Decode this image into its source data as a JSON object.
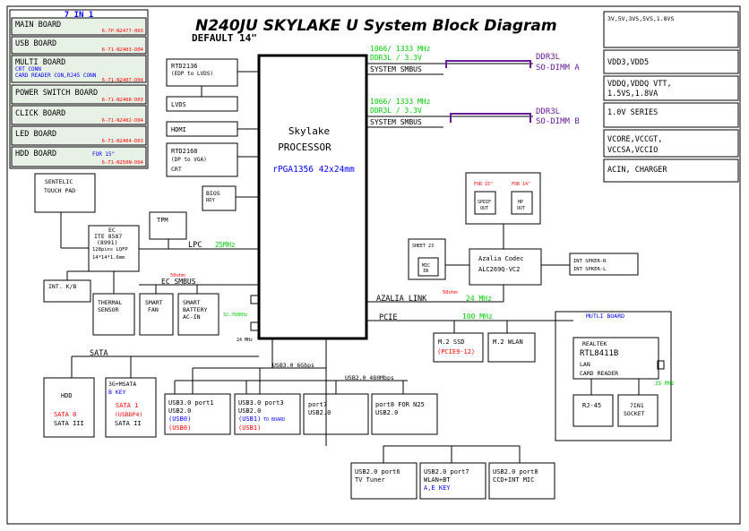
{
  "title": "N240JU SKYLAKE U System Block Diagram",
  "subtitle": "DEFAULT 14\"",
  "colors": {
    "line": "#000000",
    "green": "#00cc00",
    "red": "#ff0000",
    "blue": "#0000ff",
    "purple": "#6a1b9a",
    "board_fill": "#e8f1e6"
  },
  "boards_panel": {
    "header": "7 IN 1",
    "items": [
      {
        "name": "MAIN BOARD",
        "code": "6-7P-N2477-003"
      },
      {
        "name": "USB BOARD",
        "code": "6-71-N2403-D04"
      },
      {
        "name": "MULTI BOARD",
        "note1": "CRT CONN",
        "note2": "CARD READER CON,RJ45 CONN",
        "code": "6-71-N2407-D04"
      },
      {
        "name": "POWER SWITCH BOARD",
        "code": "6-71-N2408-D03"
      },
      {
        "name": "CLICK BOARD",
        "code": "6-71-N2402-D04"
      },
      {
        "name": "LED BOARD",
        "code": "6-71-N2404-D03"
      },
      {
        "name": "HDD BOARD",
        "note1": "FOR 15\"",
        "code": "6-71-N250N-D04"
      }
    ]
  },
  "power_rails": [
    "3V,5V,3VS,5VS,1.8VS",
    "VDD3,VDD5",
    "VDDQ,VDDQ VTT,",
    "1.5VS,1.8VA",
    "1.0V SERIES",
    "VCORE,VCCGT,",
    "VCCSA,VCCIO",
    "ACIN, CHARGER"
  ],
  "cpu": {
    "line1": "Skylake",
    "line2": "PROCESSOR",
    "line3": "rPGA1356 42x24mm"
  },
  "memory": [
    {
      "speed": "1066/ 1333 MHz",
      "voltage": "DDR3L / 3.3V",
      "bus": "SYSTEM SMBUS",
      "type": "DDR3L",
      "slot": "SO-DIMM A"
    },
    {
      "speed": "1066/ 1333 MHz",
      "voltage": "DDR3L / 3.3V",
      "bus": "SYSTEM SMBUS",
      "type": "DDR3L",
      "slot": "SO-DIMM B"
    }
  ],
  "display": {
    "rtd2136": "RTD2136",
    "rtd2136_note": "(EDP to LVDS)",
    "lvds": "LVDS",
    "hdmi": "HDMI",
    "rtd2168": "RTD2168",
    "rtd2168_note": "(DP to VGA)",
    "crt": "CRT",
    "bios1": "BIOS",
    "bios2": "RDY"
  },
  "input": {
    "touchpad1": "SENTELIC",
    "touchpad2": "TOUCH PAD",
    "tpm": "TPM",
    "ec1": "EC",
    "ec2": "ITE 8587",
    "ec3": "(8991)",
    "ec4": "128pins LQFP",
    "ec5": "14*14*1.6mm",
    "kb": "INT. K/B",
    "lpc": "LPC",
    "lpc_speed": "25MHz",
    "ohm_ec": "50ohm",
    "ec_smbus": "EC SMBUS"
  },
  "ec_peripherals": [
    {
      "line1": "THERMAL",
      "line2": "SENSOR",
      "line3": ""
    },
    {
      "line1": "SMART",
      "line2": "FAN",
      "line3": ""
    },
    {
      "line1": "SMART",
      "line2": "BATTERY",
      "line3": "AC-IN"
    }
  ],
  "clocks": {
    "cpu_xtal": "32.768KHz",
    "cpu_24": "24 MHz",
    "multi_25": "25 MHz"
  },
  "audio": {
    "spdif_for": "FOR 15\"",
    "spdif1": "SPDIF",
    "spdif2": "OUT",
    "hp_for": "FOR 14\"",
    "hp1": "HP",
    "hp2": "OUT",
    "sheet": "SHEET 23",
    "mic1": "MIC",
    "mic2": "IN",
    "codec1": "Azalia Codec",
    "codec2": "ALC269Q-VC2",
    "spk1": "INT SPKER-R",
    "spk2": "INT SPKER-L",
    "azalia": "AZALIA LINK",
    "azalia_speed": "24 MHz",
    "ohm_az": "50ohm"
  },
  "pcie": {
    "label": "PCIE",
    "speed": "100 MHz"
  },
  "m2": {
    "ssd": "M.2 SSD",
    "ssd_lane": "(PCIE9-12)",
    "wlan": "M.2 WLAN"
  },
  "multi_board": {
    "title": "MUTLI BOARD",
    "chip1": "REALTEK",
    "chip2": "RTL8411B",
    "chip3": "LAN",
    "chip4": "CARD READER",
    "rj45": "RJ-45",
    "socket1": "7IN1",
    "socket2": "SOCKET"
  },
  "sata": {
    "label": "SATA",
    "hdd": "HDD",
    "hdd_port": "SATA 0",
    "hdd_gen": "SATA III",
    "m_title": "3G+MSATA",
    "m_key": "B KEY",
    "m_port": "SATA 1",
    "m_note": "(USBDP4)",
    "m_gen": "SATA II"
  },
  "usb": {
    "usb3_bus": "USB3.0 6Gbps",
    "usb2_bus": "USB2.0 480Mbps",
    "ports": [
      {
        "l1": "USB3.0 port1",
        "l2": "USB2.0",
        "l3": "(USB0)",
        "l4": "(USB0)",
        "tail": ""
      },
      {
        "l1": "USB3.0 port3",
        "l2": "USB2.0",
        "l3": "(USB1)",
        "l4": "(USB1)",
        "tail": "TO BOARD"
      },
      {
        "l1": "port7",
        "l2": "USB2.0",
        "l3": "",
        "l4": "",
        "tail": ""
      },
      {
        "l1": "port8 FOR N25",
        "l2": "USB2.0",
        "l3": "",
        "l4": "",
        "tail": ""
      }
    ],
    "bottom": [
      {
        "l1": "USB2.0 port6",
        "l2": "TV Tuner",
        "l3": ""
      },
      {
        "l1": "USB2.0 port7",
        "l2": "WLAN+BT",
        "l3": "A,E KEY"
      },
      {
        "l1": "USB2.0 port8",
        "l2": "CCD+INT MIC",
        "l3": ""
      }
    ]
  }
}
